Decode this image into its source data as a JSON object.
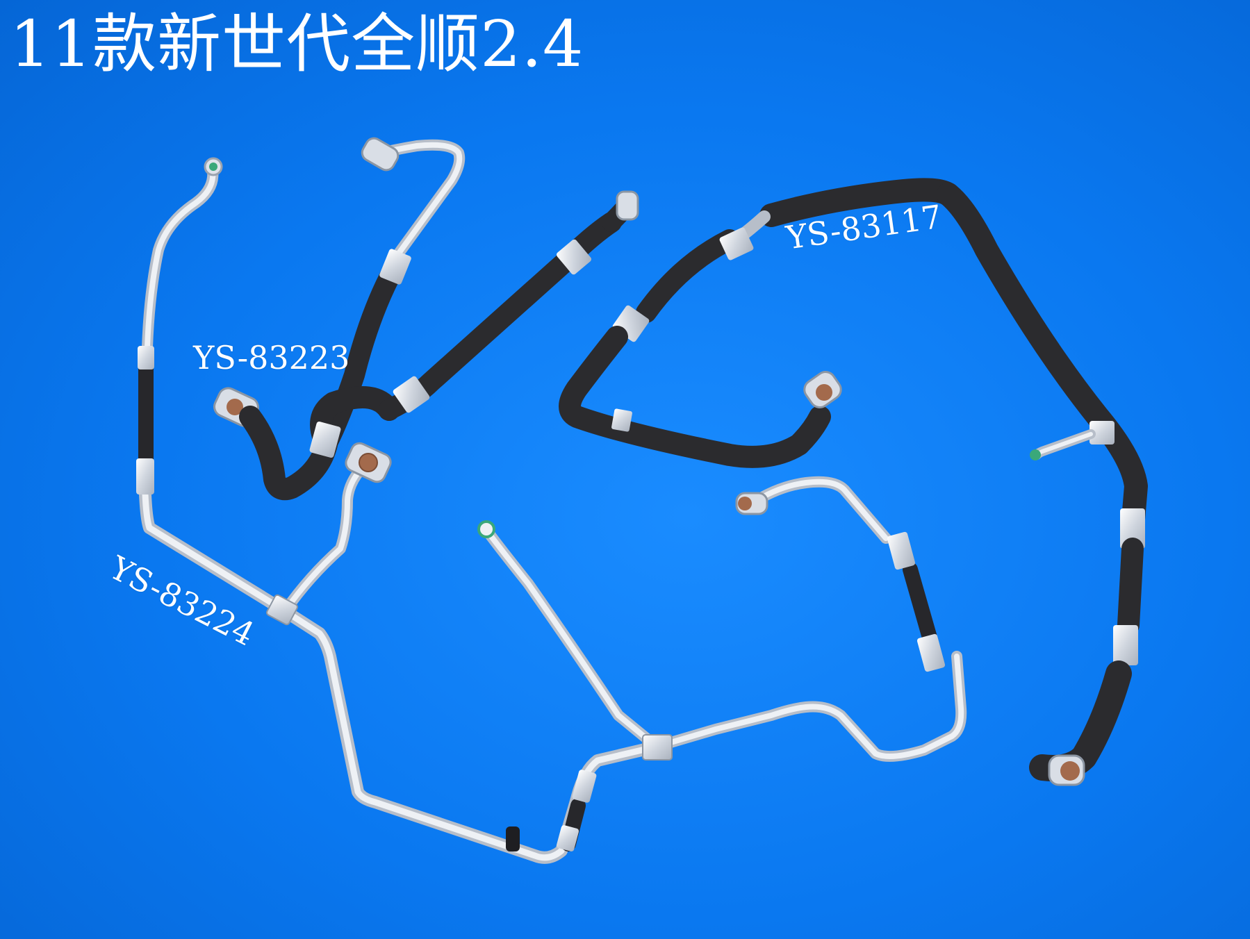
{
  "title": "11款新世代全顺2.4",
  "parts": [
    {
      "id": "YS-83223",
      "label": "YS-83223"
    },
    {
      "id": "YS-83117",
      "label": "YS-83117"
    },
    {
      "id": "YS-83224",
      "label": "YS-83224"
    }
  ],
  "colors": {
    "background": "#0a78f0",
    "hose_black": "#2b2b2e",
    "aluminum": "#dfe3ea",
    "text": "#ffffff"
  }
}
